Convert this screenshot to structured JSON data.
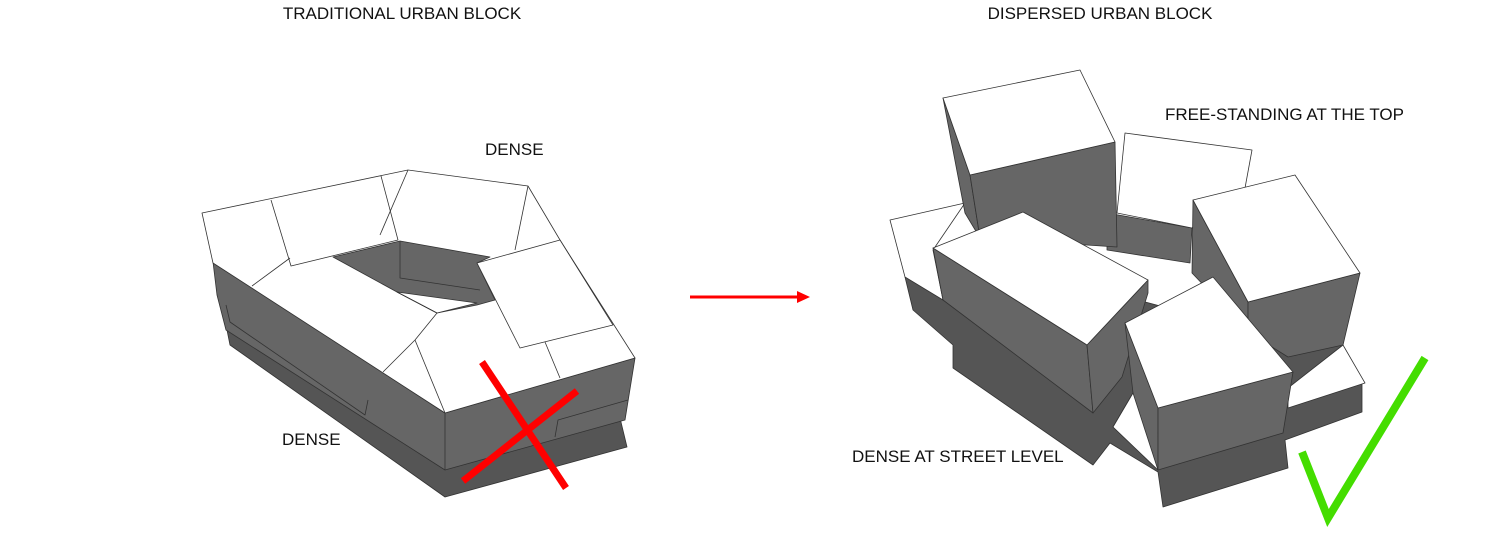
{
  "titles": {
    "left": "TRADITIONAL URBAN BLOCK",
    "right": "DISPERSED URBAN BLOCK"
  },
  "labels": {
    "left_top": "DENSE",
    "left_bottom": "DENSE",
    "right_top": "FREE-STANDING AT THE TOP",
    "right_bottom": "DENSE AT STREET LEVEL"
  },
  "icons": {
    "cross": "red-x-icon",
    "arrow": "right-arrow-icon",
    "check": "green-checkmark-icon"
  },
  "colors": {
    "wall": "#666666",
    "base": "#555555",
    "roof": "#ffffff",
    "cross": "#ff0000",
    "arrow": "#ff0000",
    "check": "#44dd00"
  }
}
